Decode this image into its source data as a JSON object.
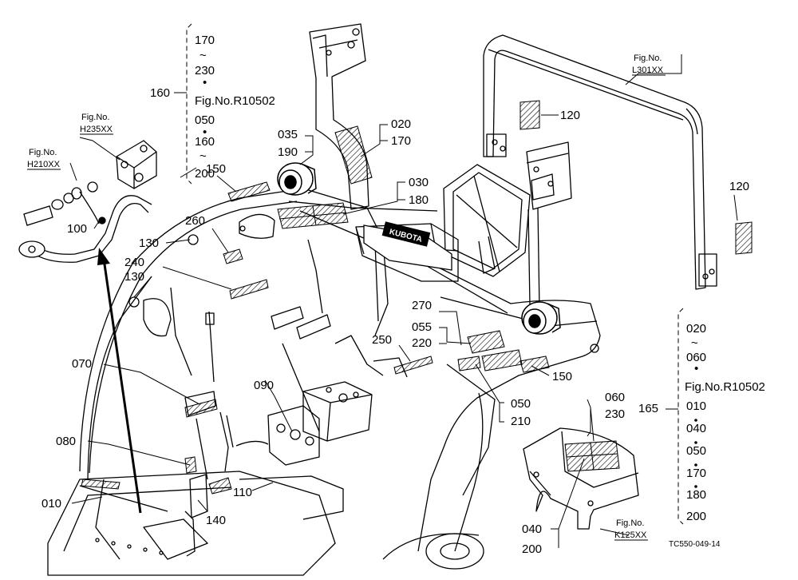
{
  "callouts": {
    "c010": "010",
    "c020": "020",
    "c030": "030",
    "c035": "035",
    "c040": "040",
    "c050": "050",
    "c055": "055",
    "c060": "060",
    "c070": "070",
    "c080": "080",
    "c090": "090",
    "c100": "100",
    "c110": "110",
    "c120a": "120",
    "c120b": "120",
    "c130a": "130",
    "c130b": "130",
    "c140": "140",
    "c150a": "150",
    "c150b": "150",
    "c160": "160",
    "c165": "165",
    "c170": "170",
    "c180": "180",
    "c190": "190",
    "c200": "200",
    "c210": "210",
    "c220": "220",
    "c230": "230",
    "c240": "240",
    "c250": "250",
    "c260": "260",
    "c270": "270"
  },
  "range_160": {
    "from": "170",
    "tilde": "~",
    "to": "230",
    "dot1": "•",
    "fig": "Fig.No.R10502",
    "v050": "050",
    "dot2": "•",
    "v160": "160",
    "tilde2": "~",
    "v200": "200"
  },
  "range_165": {
    "v020": "020",
    "tilde": "~",
    "v060": "060",
    "dot1": "•",
    "fig": "Fig.No.R10502",
    "v010": "010",
    "v040": "040",
    "v050": "050",
    "v170": "170",
    "v180": "180",
    "v200": "200"
  },
  "fig_refs": {
    "h235_label": "Fig.No.",
    "h235_code": "H235XX",
    "h210_label": "Fig.No.",
    "h210_code": "H210XX",
    "l301_label": "Fig.No.",
    "l301_code": "L301XX",
    "k125_label": "Fig.No.",
    "k125_code": "K125XX"
  },
  "drawing_code": "TC550-049-14",
  "brand_mark": "KUBOTA"
}
